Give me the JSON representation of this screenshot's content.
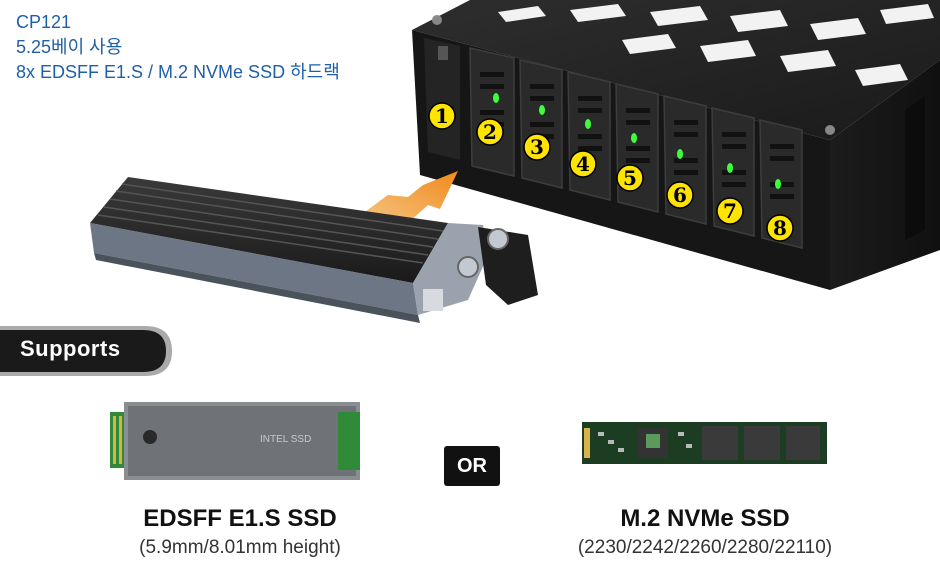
{
  "title": {
    "line1": "CP121",
    "line2": "5.25베이 사용",
    "line3": "8x EDSFF E1.S / M.2 NVMe SSD 하드랙"
  },
  "bays": [
    "1",
    "2",
    "3",
    "4",
    "5",
    "6",
    "7",
    "8"
  ],
  "supports": {
    "label": "Supports"
  },
  "or_label": "OR",
  "edsff": {
    "title": "EDSFF E1.S SSD",
    "subtitle": "(5.9mm/8.01mm height)",
    "chip_text": "INTEL SSD"
  },
  "m2": {
    "title": "M.2 NVMe SSD",
    "subtitle": "(2230/2242/2260/2280/22110)"
  },
  "colors": {
    "title_blue": "#1f5fa8",
    "badge_yellow": "#ffe400",
    "led_green": "#3cff3c",
    "arrow_orange": "#f08a1c"
  }
}
